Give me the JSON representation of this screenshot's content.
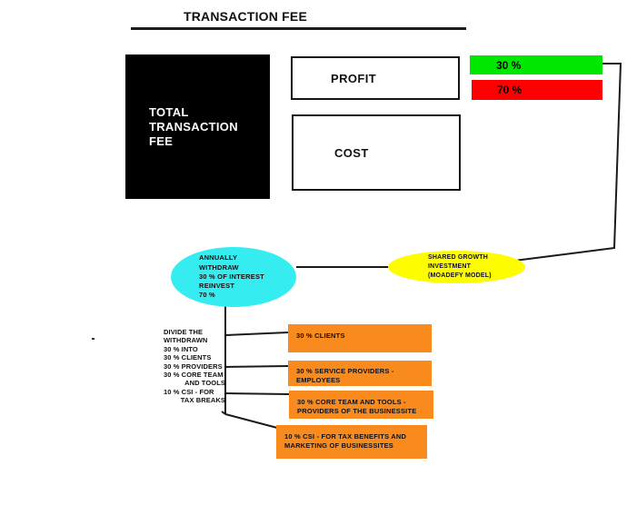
{
  "title": "TRANSACTION FEE",
  "total_fee_box": {
    "label": "TOTAL\nTRANSACTION\nFEE"
  },
  "profit_box": {
    "label": "PROFIT"
  },
  "cost_box": {
    "label": "COST"
  },
  "split_bars": {
    "profit_pct": "30 %",
    "cost_pct": "70 %",
    "green": "#00e701",
    "red": "#fe0000"
  },
  "cyan_ellipse": {
    "text": "ANNUALLY\nWITHDRAW\n30 % OF INTEREST\nREINVEST\n70 %",
    "fill": "#35edf0"
  },
  "yellow_ellipse": {
    "text": "SHARED GROWTH\nINVESTMENT\n(MOADEFY MODEL)",
    "fill": "#fdfd00"
  },
  "divide_note": {
    "lines": [
      "DIVIDE THE",
      "WITHDRAWN",
      "30 % INTO",
      "30 % CLIENTS",
      "30 % PROVIDERS",
      "30 % CORE TEAM",
      "AND TOOLS",
      "10 % CSI - FOR",
      "TAX BREAKS"
    ]
  },
  "allocation_boxes": [
    {
      "label": "30 % CLIENTS"
    },
    {
      "label": "30 % SERVICE PROVIDERS -\nEMPLOYEES"
    },
    {
      "label": "30 % CORE TEAM AND TOOLS -\nPROVIDERS OF THE BUSINESSITE"
    },
    {
      "label": "10 % CSI - FOR TAX BENEFITS AND\nMARKETING OF BUSINESSITES"
    }
  ],
  "colors": {
    "orange": "#f98a1d",
    "black_box": "#000000",
    "line": "#1a1a1a"
  }
}
